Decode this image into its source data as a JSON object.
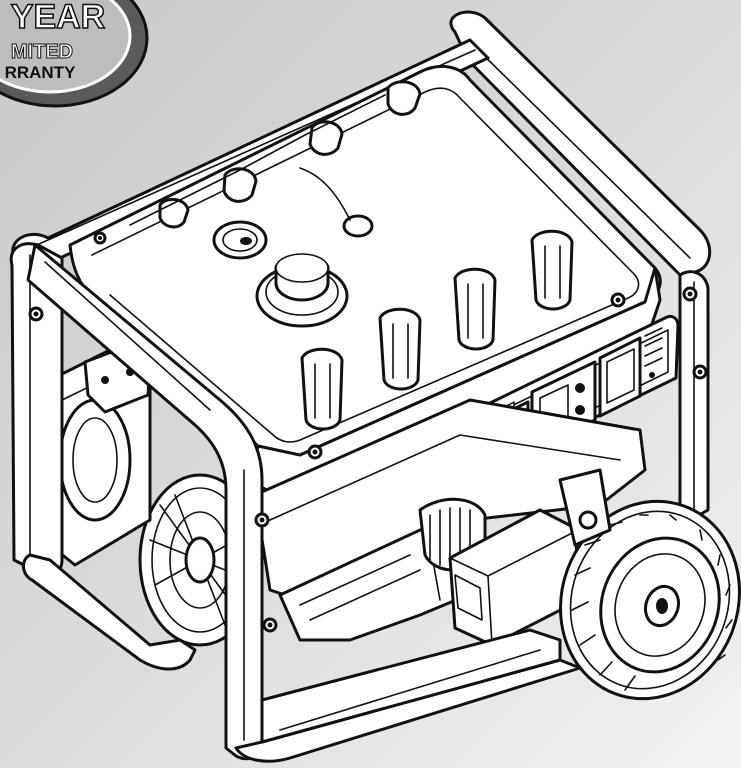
{
  "warranty_badge": {
    "line1": "YEAR",
    "line2": "MITED",
    "line3": "RRANTY",
    "color": "#5a5a5a"
  },
  "illustration": {
    "icon": "portable-generator-line-drawing"
  }
}
